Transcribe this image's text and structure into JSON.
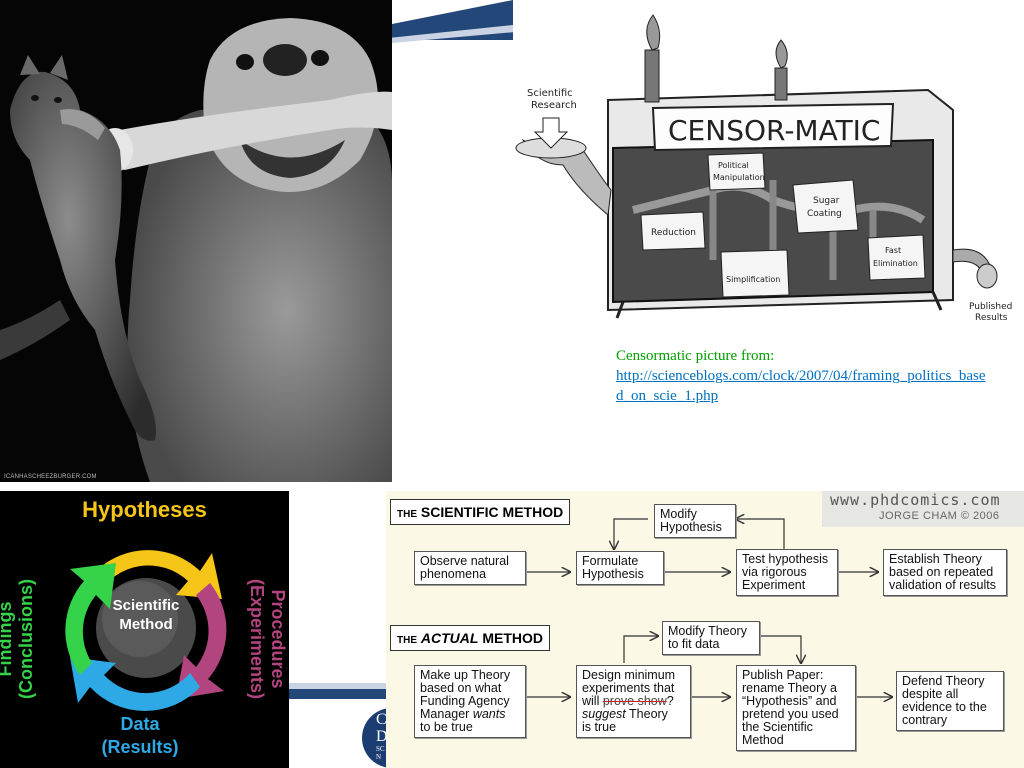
{
  "photo": {
    "caption": "ICANHASCHEEZBURGER.COM"
  },
  "censor": {
    "title": "CENSOR-MATIC",
    "input_line1": "Scientific",
    "input_line2": "Research",
    "output_line1": "Published",
    "output_line2": "Results",
    "modules": {
      "political_line1": "Political",
      "political_line2": "Manipulation",
      "sugar_line1": "Sugar",
      "sugar_line2": "Coating",
      "reduction": "Reduction",
      "simplification": "Simplification",
      "fast_line1": "Fast",
      "fast_line2": "Elimination"
    }
  },
  "credit": {
    "label": "Censormatic picture from:",
    "link": "http://scienceblogs.com/clock/2007/04/framing_politics_based_on_scie_1.php"
  },
  "cycle": {
    "top": "Hypotheses",
    "right_line1": "Procedures",
    "right_line2": "(Experiments)",
    "bottom_line1": "Data",
    "bottom_line2": "(Results)",
    "left_line1": "Findings",
    "left_line2": "(Conclusions)",
    "center_line1": "Scientific",
    "center_line2": "Method",
    "colors": {
      "yellow": "#f5c518",
      "magenta": "#b2457f",
      "blue": "#2fa9e6",
      "green": "#34d34a"
    }
  },
  "comic": {
    "site": "www.phdcomics.com",
    "author": "JORGE CHAM © 2006",
    "sci_title_the": "THE",
    "sci_title_rest": "SCIENTIFIC METHOD",
    "actual_title_the": "THE",
    "actual_title_actual": "ACTUAL",
    "actual_title_rest": "METHOD",
    "sci_boxes": {
      "observe_l1": "Observe natural",
      "observe_l2": "phenomena",
      "formulate_l1": "Formulate",
      "formulate_l2": "Hypothesis",
      "modify_l1": "Modify",
      "modify_l2": "Hypothesis",
      "test_l1": "Test hypothesis",
      "test_l2": "via rigorous",
      "test_l3": "Experiment",
      "establish_l1": "Establish Theory",
      "establish_l2": "based on repeated",
      "establish_l3": "validation of results"
    },
    "act_boxes": {
      "makeup_l1": "Make up Theory",
      "makeup_l2": "based on what",
      "makeup_l3": "Funding Agency",
      "makeup_l4a": "Manager ",
      "makeup_l4b": "wants",
      "makeup_l5": "to be true",
      "design_l1": "Design minimum",
      "design_l2": "experiments that",
      "design_l3a": "will ",
      "design_l3b": "prove show",
      "design_l3c": "?",
      "design_l4a": "suggest",
      "design_l4b": " Theory",
      "design_l5": "is true",
      "modtheory_l1": "Modify Theory",
      "modtheory_l2": "to fit data",
      "publish_l1": "Publish Paper:",
      "publish_l2": "rename Theory a",
      "publish_l3": "“Hypothesis” and",
      "publish_l4": "pretend you used",
      "publish_l5": "the Scientific",
      "publish_l6": "Method",
      "defend_l1": "Defend Theory",
      "defend_l2": "despite all",
      "defend_l3": "evidence to the",
      "defend_l4": "contrary"
    }
  },
  "template": {
    "logo_l1": "C",
    "logo_l2": "D",
    "logo_l3": "SC",
    "logo_l4": "N"
  }
}
